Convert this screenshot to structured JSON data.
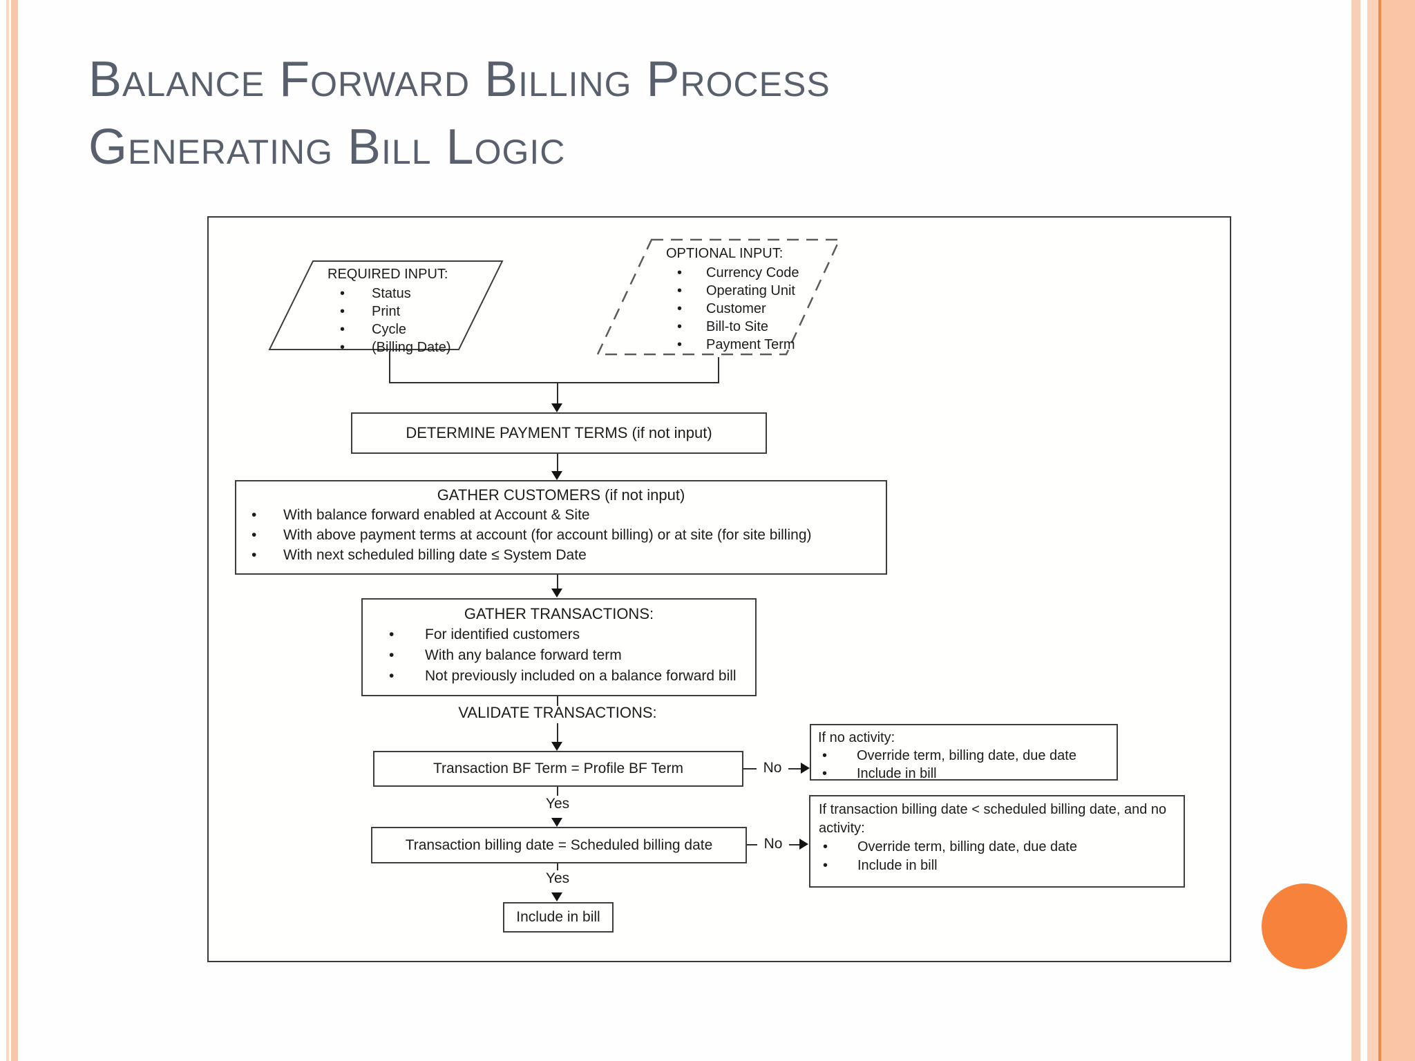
{
  "slide": {
    "title_line1": "Balance Forward Billing Process",
    "title_line2": "Generating Bill Logic"
  },
  "flow": {
    "required_input": {
      "title": "REQUIRED INPUT:",
      "items": [
        "Status",
        "Print",
        "Cycle",
        "(Billing Date)"
      ]
    },
    "optional_input": {
      "title": "OPTIONAL INPUT:",
      "items": [
        "Currency Code",
        "Operating Unit",
        "Customer",
        "Bill-to Site",
        "Payment Term"
      ]
    },
    "determine_terms": {
      "label": "DETERMINE PAYMENT TERMS (if not input)"
    },
    "gather_customers": {
      "title": "GATHER CUSTOMERS (if not input)",
      "items": [
        "With balance forward enabled at Account & Site",
        "With above payment terms at account (for account billing) or at site (for site billing)",
        "With next scheduled billing date ≤ System Date"
      ]
    },
    "gather_transactions": {
      "title": "GATHER TRANSACTIONS:",
      "items": [
        "For identified customers",
        "With any balance forward term",
        "Not previously included on a balance forward bill"
      ]
    },
    "validate_label": "VALIDATE TRANSACTIONS:",
    "decision1": {
      "label": "Transaction BF Term = Profile BF Term",
      "no_label": "No",
      "yes_label": "Yes"
    },
    "no_activity_box": {
      "title": "If no activity:",
      "items": [
        "Override term, billing date, due date",
        "Include in bill"
      ]
    },
    "decision2": {
      "label": "Transaction billing date = Scheduled billing date",
      "no_label": "No",
      "yes_label": "Yes"
    },
    "late_date_box": {
      "title": "If transaction billing date < scheduled billing date, and no activity:",
      "items": [
        "Override term, billing date, due date",
        "Include in bill"
      ]
    },
    "include_box": {
      "label": "Include in bill"
    }
  },
  "colors": {
    "title_text": "#58606e",
    "stripe_light": "#fbd4bc",
    "stripe_peach": "#f8c6aa",
    "stripe_orange_line": "#ee8a43",
    "accent_circle": "#f6823c",
    "box_border": "#3d3d3d"
  }
}
